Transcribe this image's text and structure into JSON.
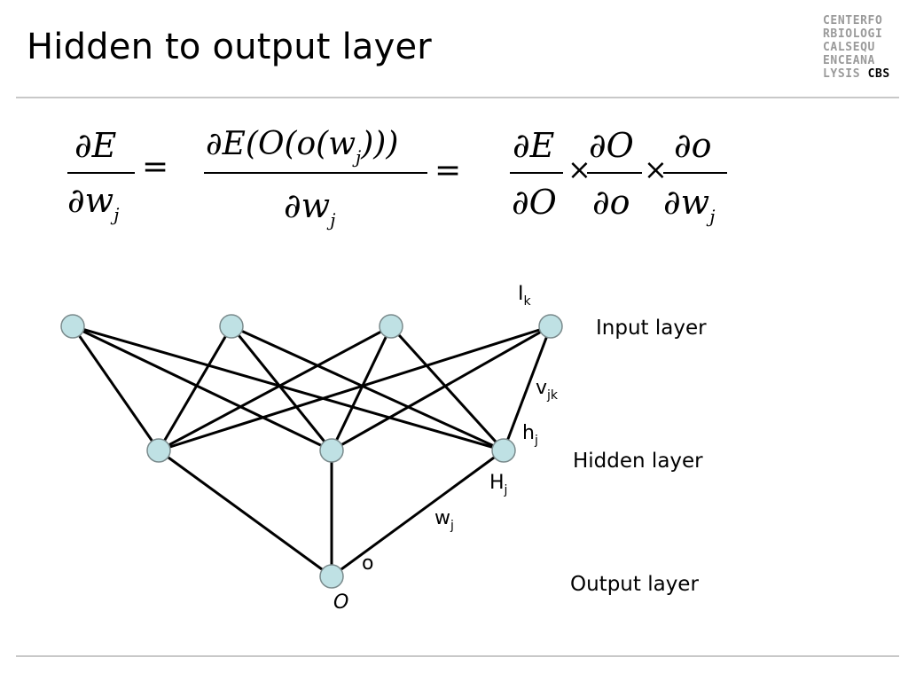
{
  "slide": {
    "title": "Hidden to output layer"
  },
  "logo": {
    "lines": [
      "CENTERFO",
      "RBIOLOGI",
      "CALSEQU",
      "ENCEANA",
      "LYSIS"
    ],
    "brand": "CBS"
  },
  "equation": {
    "lhs_num": "∂E",
    "lhs_den": "∂w",
    "lhs_sub": "j",
    "mid_num_a": "∂E(O(o(w",
    "mid_num_sub": "j",
    "mid_num_b": ")))",
    "mid_den": "∂w",
    "mid_den_sub": "j",
    "r1_num": "∂E",
    "r1_den": "∂O",
    "r2_num": "∂O",
    "r2_den": "∂o",
    "r3_num": "∂o",
    "r3_den": "∂w",
    "r3_sub": "j",
    "eq": "=",
    "times": "×"
  },
  "network": {
    "labels": {
      "input_node": "I",
      "input_node_sub": "k",
      "weight_in": "v",
      "weight_in_sub": "jk",
      "hidden_in": "h",
      "hidden_in_sub": "j",
      "hidden_out": "H",
      "hidden_out_sub": "j",
      "weight_out": "w",
      "weight_out_sub": "j",
      "output_in": "o",
      "output_out": "O"
    },
    "layers": {
      "input": "Input layer",
      "hidden": "Hidden layer",
      "output": "Output layer"
    },
    "node_fill": "#bfe1e4",
    "node_stroke": "#7a8a8c"
  }
}
